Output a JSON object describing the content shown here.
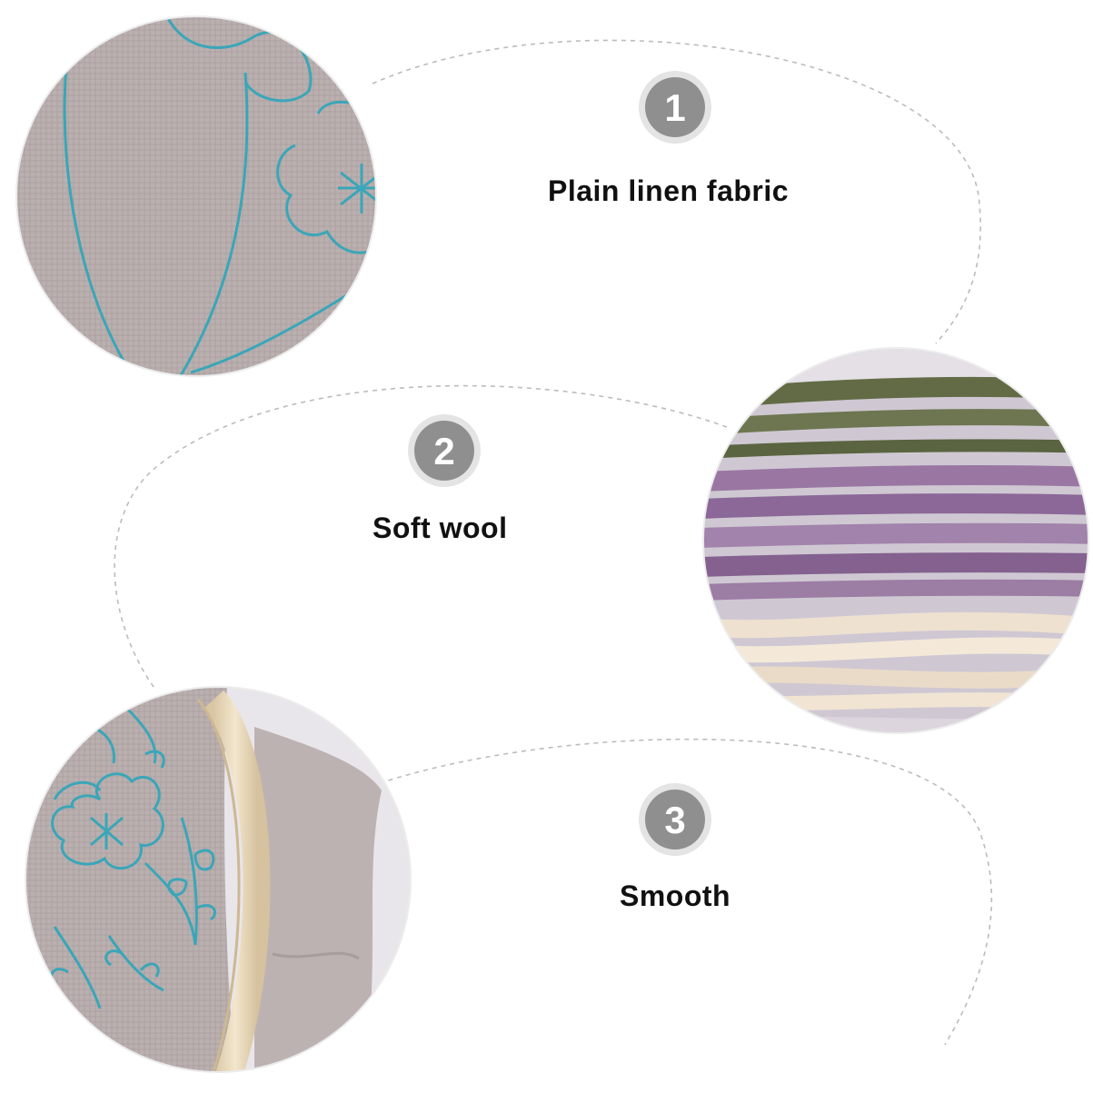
{
  "features": [
    {
      "number": "1",
      "label": "Plain linen fabric"
    },
    {
      "number": "2",
      "label": "Soft wool"
    },
    {
      "number": "3",
      "label": "Smooth"
    }
  ],
  "colors": {
    "background": "#ffffff",
    "badge_fill": "#8f8f8f",
    "badge_ring": "#e3e3e3",
    "dashed_line": "#bdbdbd",
    "linen": "#b9aeae",
    "pattern_ink": "#3aa6b8",
    "wool_green": "#5f6b3f",
    "wool_purple": "#8c6a96",
    "wool_cream": "#efe0cf",
    "hoop_wood": "#e9d9bd"
  },
  "icons": {
    "badge": "numbered-circle-badge",
    "photo_1": "linen-fabric-closeup-photo",
    "photo_2": "wool-thread-skeins-photo",
    "photo_3": "embroidery-hoop-fabric-photo"
  }
}
